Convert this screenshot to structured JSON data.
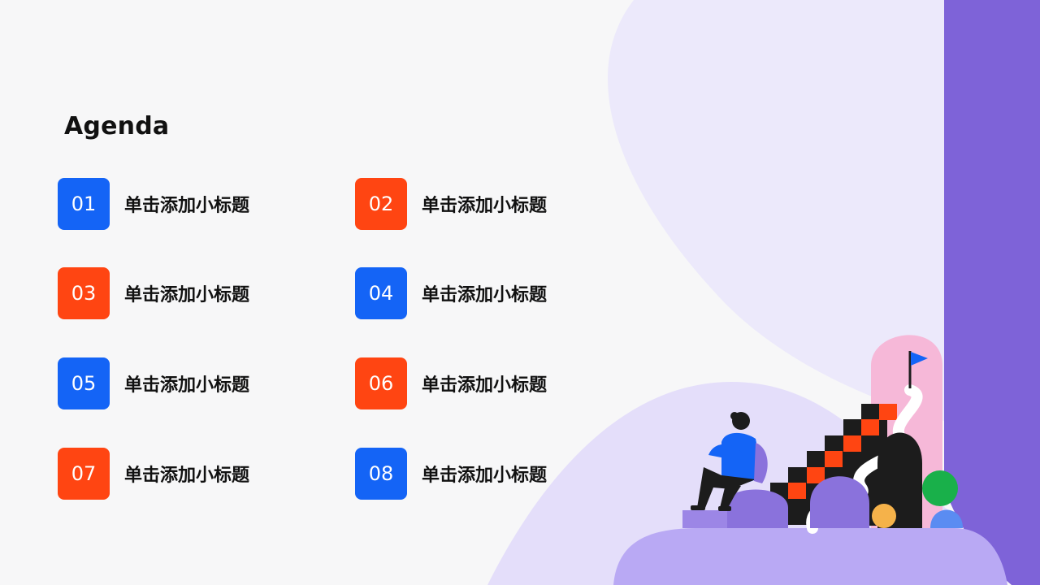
{
  "slide": {
    "title": "Agenda",
    "colors": {
      "blue": "#1464f6",
      "orange": "#ff4512",
      "purple": "#7e63d8",
      "lavender": "#ebe8fb"
    },
    "illustration": "person-sitting-on-stairs-with-flag-illustration",
    "items": [
      {
        "number": "01",
        "label": "单击添加小标题",
        "color": "#1464f6"
      },
      {
        "number": "02",
        "label": "单击添加小标题",
        "color": "#ff4512"
      },
      {
        "number": "03",
        "label": "单击添加小标题",
        "color": "#ff4512"
      },
      {
        "number": "04",
        "label": "单击添加小标题",
        "color": "#1464f6"
      },
      {
        "number": "05",
        "label": "单击添加小标题",
        "color": "#1464f6"
      },
      {
        "number": "06",
        "label": "单击添加小标题",
        "color": "#ff4512"
      },
      {
        "number": "07",
        "label": "单击添加小标题",
        "color": "#ff4512"
      },
      {
        "number": "08",
        "label": "单击添加小标题",
        "color": "#1464f6"
      }
    ]
  }
}
